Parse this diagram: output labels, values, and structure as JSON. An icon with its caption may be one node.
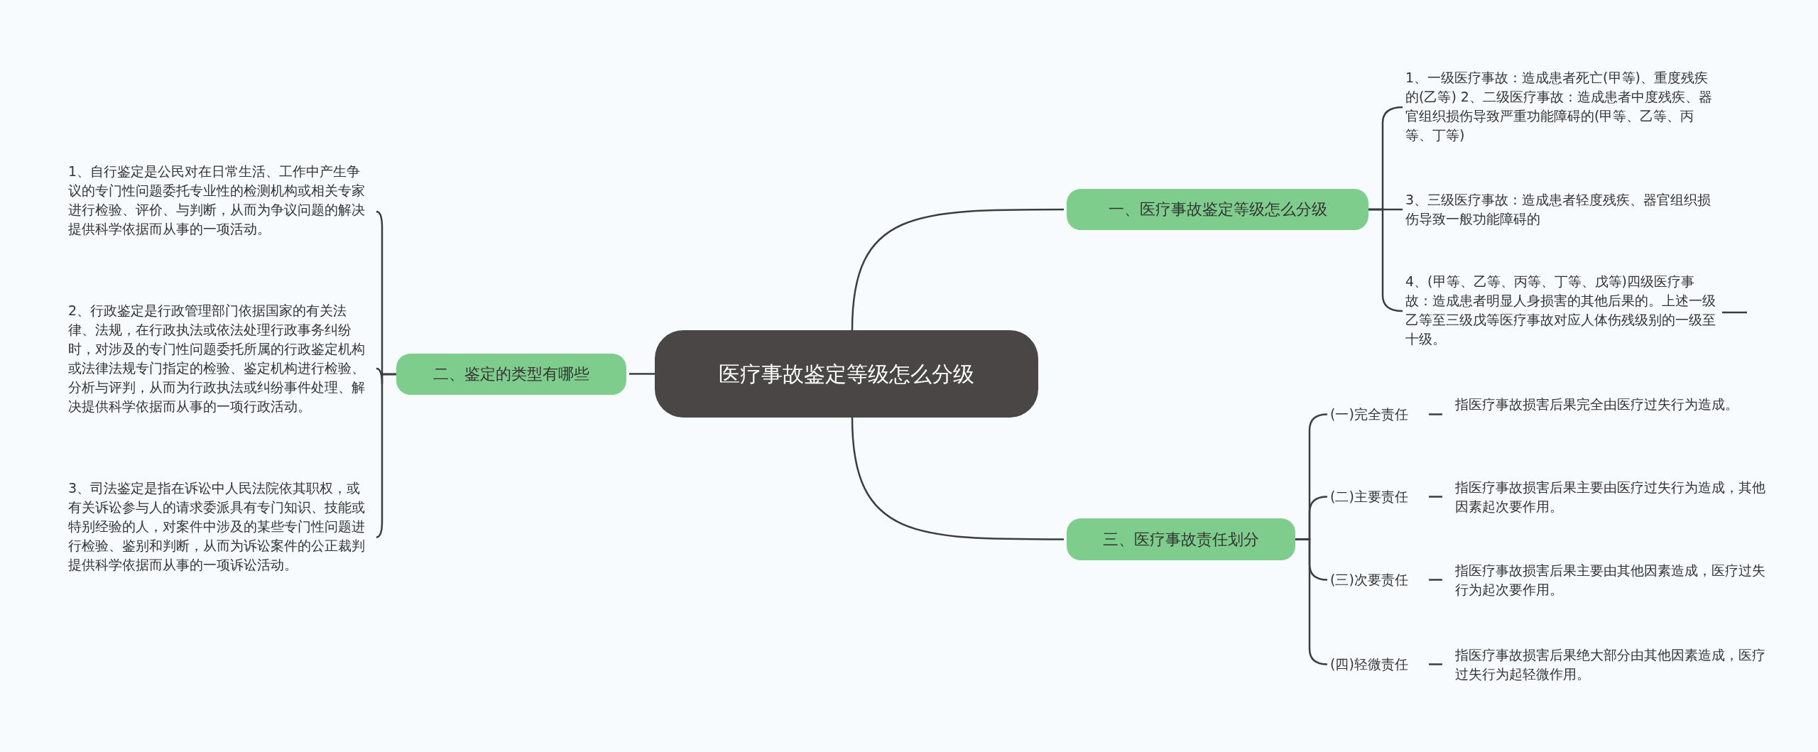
{
  "diagram": {
    "nodes": [
      {
        "text": [
          "医疗事故鉴定等级怎么分级"
        ]
      },
      {
        "text": [
          "一、医疗事故鉴定等级怎么分级"
        ]
      },
      {
        "text": [
          "1、一级医疗事故：造成患者死亡(甲等)、重度残疾的(乙等) 2、二级医疗事故：造成患者中度残疾、器官组织损伤导致严重功能障碍的(甲等、乙等、丙等、丁等)"
        ]
      },
      {
        "text": [
          "3、三级医疗事故：造成患者轻度残疾、器官组织损伤导致一般功能障碍的"
        ]
      },
      {
        "text": [
          "4、(甲等、乙等、丙等、丁等、戊等)四级医疗事故：造成患者明显人身损害的其他后果的。上述一级乙等至三级戊等医疗事故对应人体伤残级别的一级至十级。"
        ]
      },
      {
        "text": [
          "二、鉴定的类型有哪些"
        ]
      },
      {
        "text": [
          "1、自行鉴定是公民对在日常生活、工作中产生争议的专门性问题委托专业性的检测机构或相关专家进行检验、评价、与判断，从而为争议问题的解决提供科学依据而从事的一项活动。"
        ]
      },
      {
        "text": [
          "2、行政鉴定是行政管理部门依据国家的有关法律、法规，在行政执法或依法处理行政事务纠纷时，对涉及的专门性问题委托所属的行政鉴定机构或法律法规专门指定的检验、鉴定机构进行检验、分析与评判，从而为行政执法或纠纷事件处理、解决提供科学依据而从事的一项行政活动。"
        ]
      },
      {
        "text": [
          "3、司法鉴定是指在诉讼中人民法院依其职权，或有关诉讼参与人的请求委派具有专门知识、技能或特别经验的人，对案件中涉及的某些专门性问题进行检验、鉴别和判断，从而为诉讼案件的公正裁判提供科学依据而从事的一项诉讼活动。"
        ]
      },
      {
        "text": [
          "三、医疗事故责任划分"
        ]
      },
      {
        "text": [
          "(一)完全责任"
        ]
      },
      {
        "text": [
          "指医疗事故损害后果完全由医疗过失行为造成。"
        ]
      },
      {
        "text": [
          "(二)主要责任"
        ]
      },
      {
        "text": [
          "指医疗事故损害后果主要由医疗过失行为造成，其他因素起次要作用。"
        ]
      },
      {
        "text": [
          "(三)次要责任"
        ]
      },
      {
        "text": [
          "指医疗事故损害后果主要由其他因素造成，医疗过失行为起次要作用。"
        ]
      },
      {
        "text": [
          "(四)轻微责任"
        ]
      },
      {
        "text": [
          "指医疗事故损害后果绝大部分由其他因素造成，医疗过失行为起轻微作用。"
        ]
      }
    ],
    "edges": [
      {
        "from": 0,
        "to": 1,
        "arrow": "none"
      },
      {
        "from": 0,
        "to": 5,
        "arrow": "none"
      },
      {
        "from": 0,
        "to": 9,
        "arrow": "none"
      },
      {
        "from": 1,
        "to": 2,
        "arrow": "none"
      },
      {
        "from": 1,
        "to": 3,
        "arrow": "none"
      },
      {
        "from": 1,
        "to": 4,
        "arrow": "none"
      },
      {
        "from": 5,
        "to": 6,
        "arrow": "none"
      },
      {
        "from": 5,
        "to": 7,
        "arrow": "none"
      },
      {
        "from": 5,
        "to": 8,
        "arrow": "none"
      },
      {
        "from": 9,
        "to": 10,
        "arrow": "none"
      },
      {
        "from": 9,
        "to": 12,
        "arrow": "none"
      },
      {
        "from": 9,
        "to": 14,
        "arrow": "none"
      },
      {
        "from": 9,
        "to": 16,
        "arrow": "none"
      },
      {
        "from": 10,
        "to": 11,
        "arrow": "none"
      },
      {
        "from": 12,
        "to": 13,
        "arrow": "none"
      },
      {
        "from": 14,
        "to": 15,
        "arrow": "none"
      },
      {
        "from": 16,
        "to": 17,
        "arrow": "none"
      },
      {
        "from": 4,
        "to": null,
        "arrow": "none"
      }
    ]
  }
}
